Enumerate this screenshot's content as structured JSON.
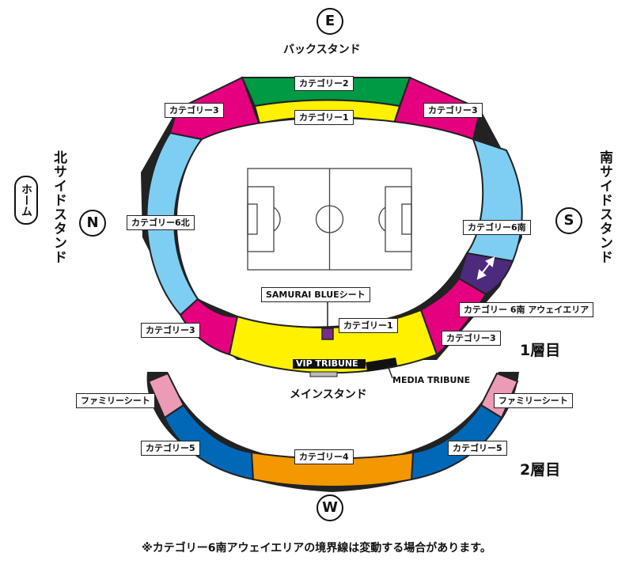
{
  "stands": {
    "back": "バックスタンド",
    "north": "北サイドスタンド",
    "south": "南サイドスタンド",
    "main": "メインスタンド",
    "home": "ホーム"
  },
  "compass": {
    "e": "E",
    "n": "N",
    "s": "S",
    "w": "W"
  },
  "sections": {
    "cat1": "カテゴリー1",
    "cat2": "カテゴリー2",
    "cat3": "カテゴリー3",
    "cat4": "カテゴリー4",
    "cat5": "カテゴリー5",
    "cat6_north": "カテゴリー6北",
    "cat6_south": "カテゴリー6南",
    "cat6_south_away": "カテゴリー 6南 アウェイエリア",
    "family": "ファミリーシート",
    "samurai_blue": "SAMURAI BLUEシート",
    "vip": "VIP TRIBUNE",
    "media": "MEDIA TRIBUNE"
  },
  "tiers": {
    "first": "1層目",
    "second": "2層目"
  },
  "note": "※カテゴリー6南アウェイエリアの境界線は変動する場合があります。",
  "colors": {
    "cat1": "#fff100",
    "cat2": "#009944",
    "cat3": "#e4007f",
    "cat4": "#f39800",
    "cat5": "#0068b7",
    "cat6": "#7ecef4",
    "away": "#4c2a7e",
    "family": "#eb9bb5",
    "pitch": "#ffffff"
  }
}
